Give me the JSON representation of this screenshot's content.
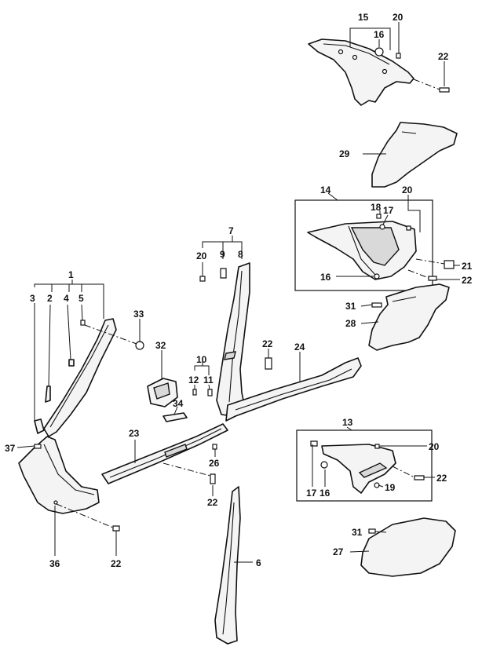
{
  "labels": {
    "l1": "1",
    "l2": "2",
    "l3": "3",
    "l4": "4",
    "l5": "5",
    "l6": "6",
    "l7": "7",
    "l8": "8",
    "l9": "9",
    "l10": "10",
    "l11": "11",
    "l12": "12",
    "l13": "13",
    "l14": "14",
    "l15": "15",
    "l16a": "16",
    "l16b": "16",
    "l16c": "16",
    "l17a": "17",
    "l17b": "17",
    "l18": "18",
    "l19": "19",
    "l20a": "20",
    "l20b": "20",
    "l20c": "20",
    "l20d": "20",
    "l21": "21",
    "l22a": "22",
    "l22b": "22",
    "l22c": "22",
    "l22d": "22",
    "l22e": "22",
    "l22f": "22",
    "l23": "23",
    "l24": "24",
    "l26": "26",
    "l27": "27",
    "l28": "28",
    "l29": "29",
    "l31a": "31",
    "l31b": "31",
    "l32": "32",
    "l33": "33",
    "l34": "34",
    "l36": "36",
    "l37": "37"
  }
}
